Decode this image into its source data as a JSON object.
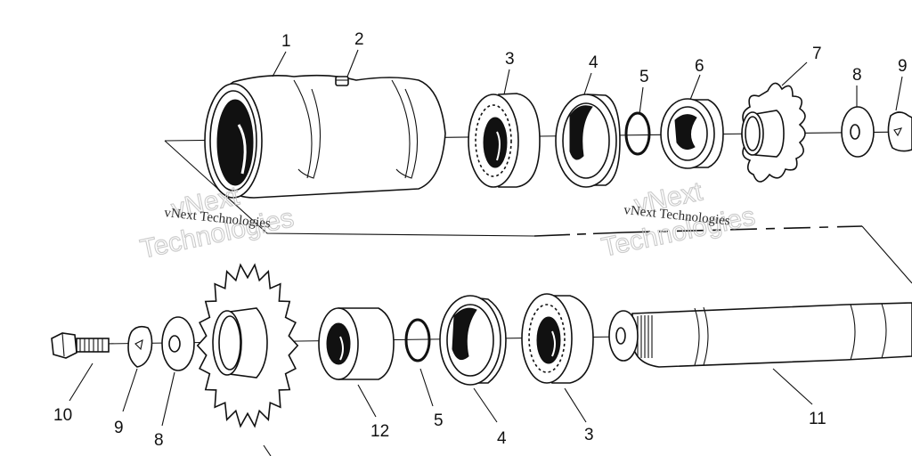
{
  "diagram": {
    "title": "Exploded view - drive shaft / sprocket assembly",
    "callouts": [
      {
        "id": "c1",
        "label": "1",
        "part": "housing"
      },
      {
        "id": "c2",
        "label": "2",
        "part": "grease-fitting"
      },
      {
        "id": "c3a",
        "label": "3",
        "part": "bearing"
      },
      {
        "id": "c4a",
        "label": "4",
        "part": "seal"
      },
      {
        "id": "c5a",
        "label": "5",
        "part": "o-ring"
      },
      {
        "id": "c6",
        "label": "6",
        "part": "spacer"
      },
      {
        "id": "c7",
        "label": "7",
        "part": "small-sprocket"
      },
      {
        "id": "c8a",
        "label": "8",
        "part": "washer"
      },
      {
        "id": "c9a",
        "label": "9",
        "part": "lock-washer"
      },
      {
        "id": "c10",
        "label": "10",
        "part": "bolt"
      },
      {
        "id": "c9b",
        "label": "9",
        "part": "lock-washer"
      },
      {
        "id": "c8b",
        "label": "8",
        "part": "washer"
      },
      {
        "id": "c12",
        "label": "12",
        "part": "spacer"
      },
      {
        "id": "c5b",
        "label": "5",
        "part": "o-ring"
      },
      {
        "id": "c4b",
        "label": "4",
        "part": "seal"
      },
      {
        "id": "c3b",
        "label": "3",
        "part": "bearing"
      },
      {
        "id": "c11",
        "label": "11",
        "part": "shaft"
      }
    ],
    "watermarks": [
      {
        "small": "vNext Technologies",
        "big_line1": "vNext",
        "big_line2": "Technologies"
      },
      {
        "small": "vNext Technologies",
        "big_line1": "vNext",
        "big_line2": "Technologies"
      }
    ]
  }
}
